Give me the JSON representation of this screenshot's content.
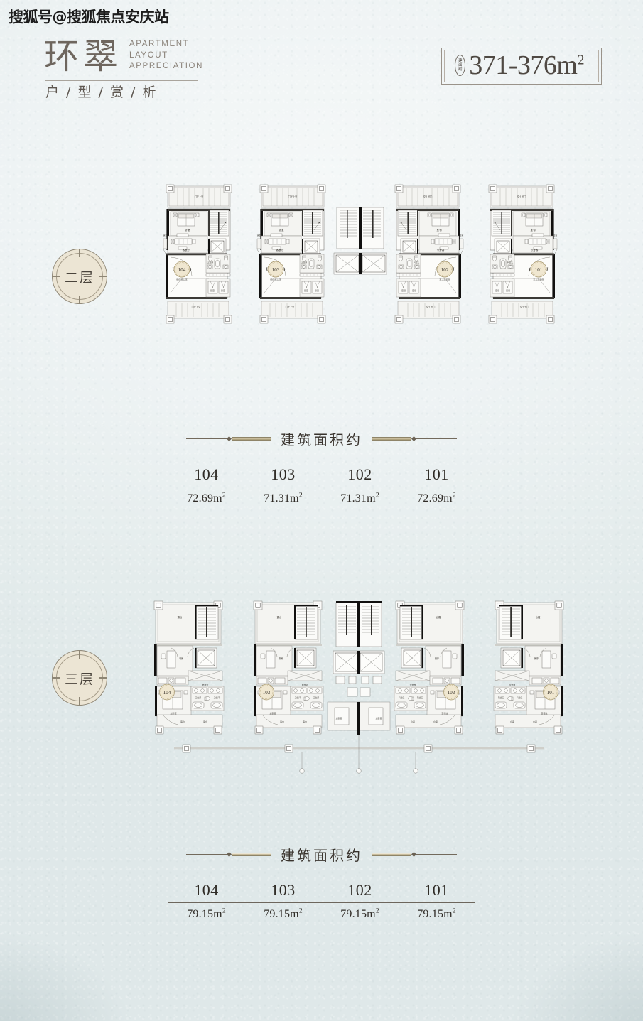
{
  "watermark": "搜狐号@搜狐焦点安庆站",
  "header": {
    "logo_cn": "环翠",
    "logo_en_line1": "APARTMENT",
    "logo_en_line2": "LAYOUT",
    "logo_en_line3": "APPRECIATION",
    "logo_sub": "户 / 型 / 赏 / 析",
    "area_badge": {
      "pill_text_line1": "建",
      "pill_text_line2": "面",
      "pill_text_line3": "约",
      "value": "371-376m",
      "unit_sup": "2"
    }
  },
  "sections": [
    {
      "id": "floor-2",
      "floor_badge": "二层",
      "area_title": "建筑面积约",
      "table": {
        "units": [
          "104",
          "103",
          "102",
          "101"
        ],
        "areas": [
          "72.69m",
          "71.31m",
          "71.31m",
          "72.69m"
        ],
        "unit_sup": "2"
      },
      "plan": {
        "unit_markers": [
          "104",
          "103",
          "102",
          "101"
        ],
        "room_labels": {
          "bedroom": "卧室",
          "living": "起居室",
          "bathroom": "卫生间",
          "balcony": "露台",
          "void_over_entry": "门厅上空",
          "living_void": "起居室上空",
          "stair": "楼梯",
          "elevator": "电梯"
        }
      }
    },
    {
      "id": "floor-3",
      "floor_badge": "三层",
      "area_title": "建筑面积约",
      "table": {
        "units": [
          "104",
          "103",
          "102",
          "101"
        ],
        "areas": [
          "79.15m",
          "79.15m",
          "79.15m",
          "79.15m"
        ],
        "unit_sup": "2"
      },
      "plan": {
        "unit_markers": [
          "104",
          "103",
          "102",
          "101"
        ],
        "room_labels": {
          "terrace": "露台",
          "study": "书房",
          "closet": "更衣室",
          "bathroom": "卫生间",
          "master": "主卧室",
          "balcony": "露台",
          "stair": "楼梯",
          "elevator": "电梯"
        }
      }
    }
  ],
  "chart_data": {
    "type": "table",
    "title": "建筑面积约",
    "tables": [
      {
        "floor": "二层",
        "categories": [
          "104",
          "103",
          "102",
          "101"
        ],
        "values": [
          72.69,
          71.31,
          71.31,
          72.69
        ],
        "unit": "m2"
      },
      {
        "floor": "三层",
        "categories": [
          "104",
          "103",
          "102",
          "101"
        ],
        "values": [
          79.15,
          79.15,
          79.15,
          79.15
        ],
        "unit": "m2"
      }
    ],
    "overall_range": [
      371,
      376
    ]
  }
}
